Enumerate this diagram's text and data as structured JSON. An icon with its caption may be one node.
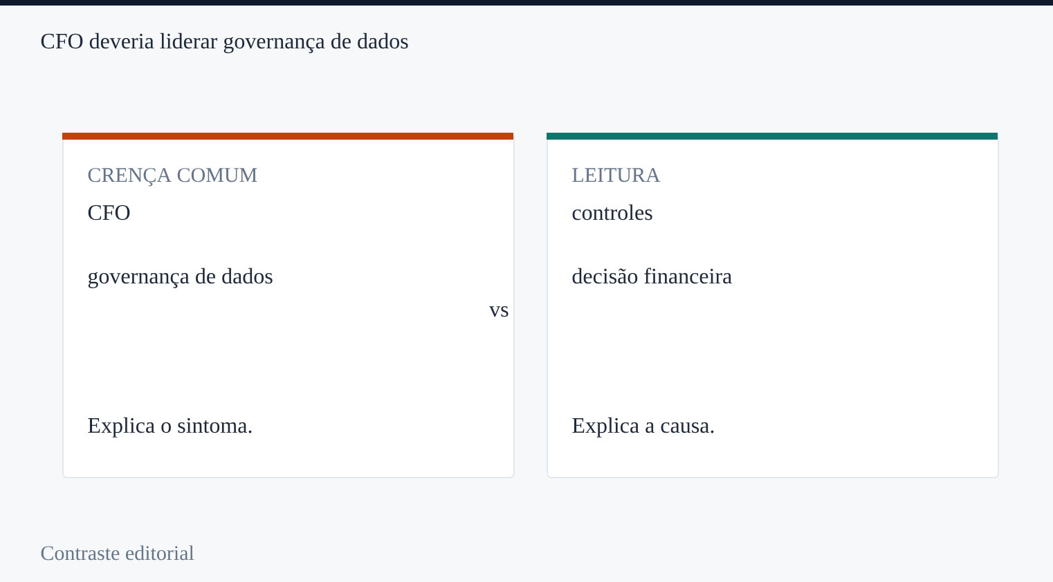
{
  "diagram": {
    "title": "CFO deveria liderar governança de dados",
    "caption": "Contraste editorial",
    "nodes": [
      {
        "text": [
          "CRENÇA COMUM",
          "CFO",
          "governança de dados",
          "Explica o sintoma."
        ]
      },
      {
        "text": [
          "LEITURA",
          "controles",
          "decisão financeira",
          "Explica a causa."
        ]
      }
    ],
    "labels": [
      "vs"
    ]
  }
}
